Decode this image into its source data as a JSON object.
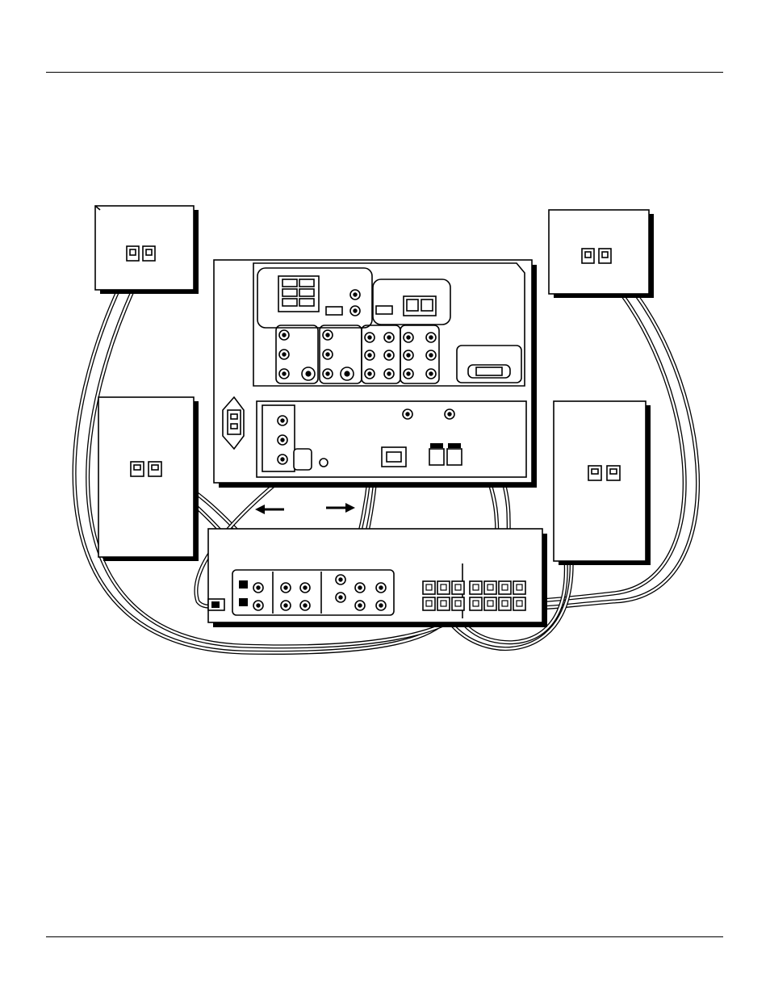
{
  "page": {
    "top_rule": "",
    "bottom_rule": ""
  },
  "diagram": {
    "subject": "speaker-and-receiver-connection",
    "devices": [
      "speaker-front-left",
      "speaker-front-right",
      "speaker-rear-left",
      "speaker-rear-right",
      "tv-back-panel",
      "audio-receiver"
    ],
    "arrows": [
      "left-arrow",
      "right-arrow"
    ],
    "colors": {
      "line": "#000000",
      "paper": "#ffffff"
    }
  }
}
